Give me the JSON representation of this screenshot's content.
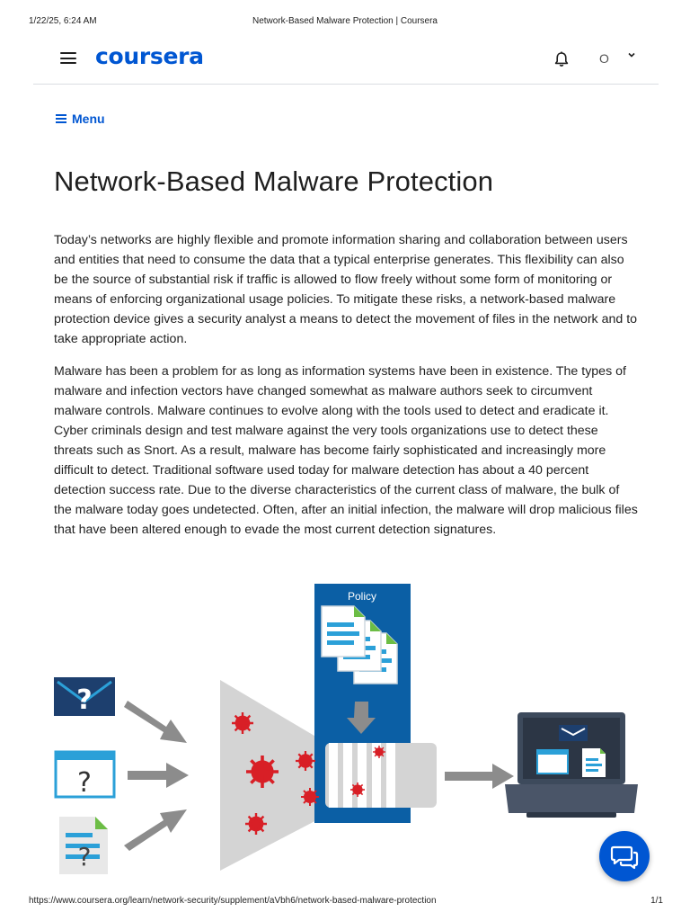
{
  "print_header": {
    "datetime": "1/22/25, 6:24 AM",
    "doc_title": "Network-Based Malware Protection | Coursera"
  },
  "header": {
    "logo_text": "coursera",
    "avatar_initial": "O",
    "icons": [
      "hamburger-icon",
      "bell-icon",
      "chevron-down-icon"
    ]
  },
  "nav": {
    "menu_label": "Menu"
  },
  "article": {
    "title": "Network-Based Malware Protection",
    "paragraphs": [
      "Today’s networks are highly flexible and promote information sharing and collaboration between users and entities that need to consume the data that a typical enterprise generates. This flexibility can also be the source of substantial risk if traffic is allowed to flow freely without some form of monitoring or means of enforcing organizational usage policies. To mitigate these risks, a network-based malware protection device gives a security analyst a means to detect the movement of files in the network and to take appropriate action.",
      "Malware has been a problem for as long as information systems have been in existence. The types of malware and infection vectors have changed somewhat as malware authors seek to circumvent malware controls. Malware continues to evolve along with the tools used to detect and eradicate it. Cyber criminals design and test malware against the very tools organizations use to detect these threats such as Snort. As a result, malware has become fairly sophisticated and increasingly more difficult to detect. Traditional software used today for malware detection has about a 40 percent detection success rate. Due to the diverse characteristics of the current class of malware, the bulk of the malware today goes undetected. Often, after an initial infection, the malware will drop malicious files that have been altered enough to evade the most current detection signatures."
    ]
  },
  "figure": {
    "policy_label": "Policy",
    "colors": {
      "policy_panel": "#0b5fa5",
      "malware": "#d81f26",
      "doc_blue": "#2ba0d8",
      "doc_green": "#6cbd45",
      "arrow_gray": "#8c8c8c",
      "envelope_navy": "#1d3f6e"
    }
  },
  "footer": {
    "url": "https://www.coursera.org/learn/network-security/supplement/aVbh6/network-based-malware-protection",
    "page": "1/1"
  },
  "chat": {
    "icon": "chat-icon",
    "color": "#0056d2"
  }
}
